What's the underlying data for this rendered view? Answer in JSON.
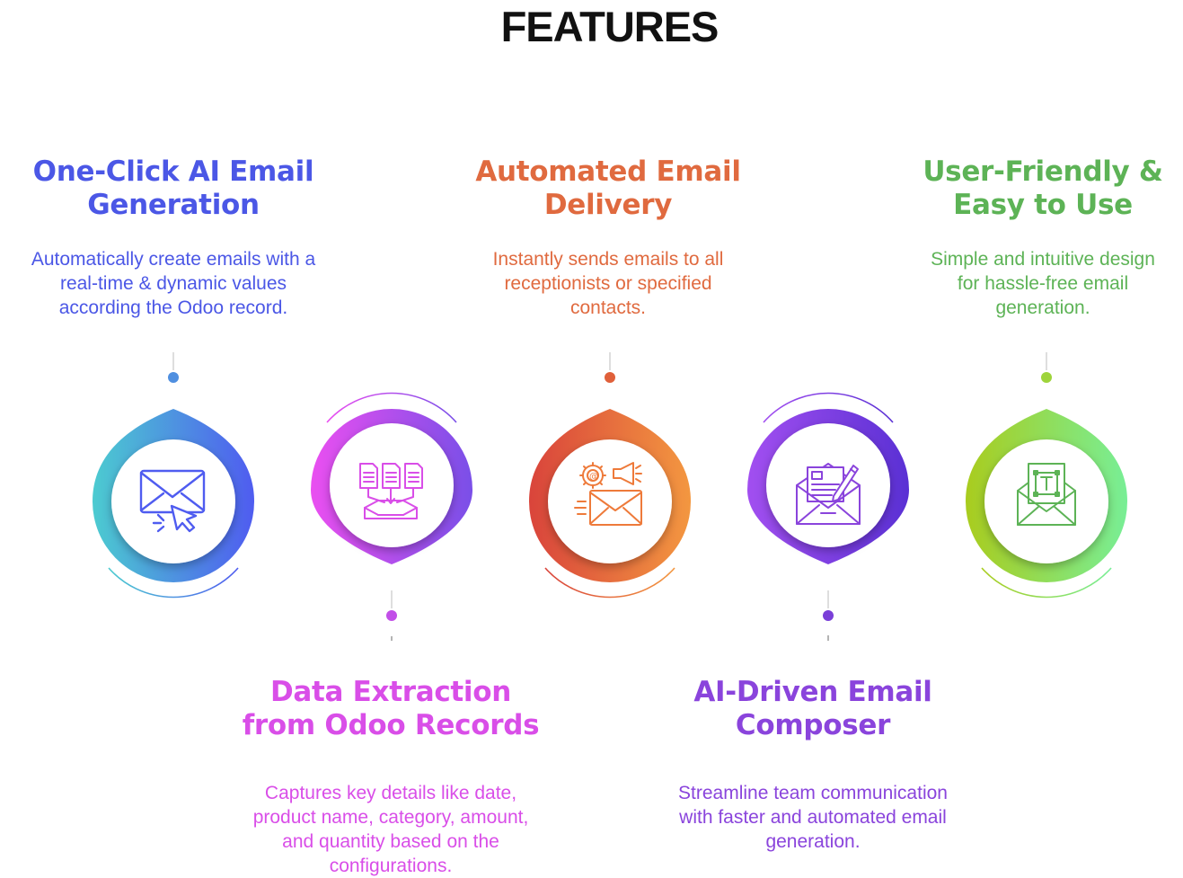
{
  "title": "FEATURES",
  "features": [
    {
      "title_lines": [
        "One-Click AI Email",
        "Generation"
      ],
      "description_lines": [
        "Automatically create emails with a",
        "real-time & dynamic values",
        "according the Odoo record."
      ],
      "color": "#4b57e6",
      "gradient": [
        "#4ccbd0",
        "#4f5cf0"
      ],
      "icon": "email-cursor-icon",
      "position": "top"
    },
    {
      "title_lines": [
        "Data Extraction",
        "from Odoo Records"
      ],
      "description_lines": [
        "Captures key details like date,",
        "product name, category, amount,",
        "and quantity based on the",
        "configurations."
      ],
      "color": "#d94ee8",
      "gradient": [
        "#ea4ff0",
        "#7a4fe8"
      ],
      "icon": "document-extraction-icon",
      "position": "bottom"
    },
    {
      "title_lines": [
        "Automated Email",
        "Delivery"
      ],
      "description_lines": [
        "Instantly sends emails to all",
        "receptionists or specified",
        "contacts."
      ],
      "color": "#e06a3f",
      "gradient": [
        "#d9443b",
        "#f39740"
      ],
      "icon": "email-megaphone-gear-icon",
      "position": "top"
    },
    {
      "title_lines": [
        "AI-Driven Email",
        "Composer"
      ],
      "description_lines": [
        "Streamline team communication",
        "with faster and automated email",
        "generation."
      ],
      "color": "#8a44dc",
      "gradient": [
        "#a24ff0",
        "#5a30d4"
      ],
      "icon": "email-compose-pen-icon",
      "position": "bottom"
    },
    {
      "title_lines": [
        "User-Friendly &",
        "Easy to Use"
      ],
      "description_lines": [
        "Simple and intuitive design",
        "for hassle-free email",
        "generation."
      ],
      "color": "#5db356",
      "gradient": [
        "#a9cc1e",
        "#78ee96"
      ],
      "icon": "email-text-template-icon",
      "position": "top"
    }
  ]
}
